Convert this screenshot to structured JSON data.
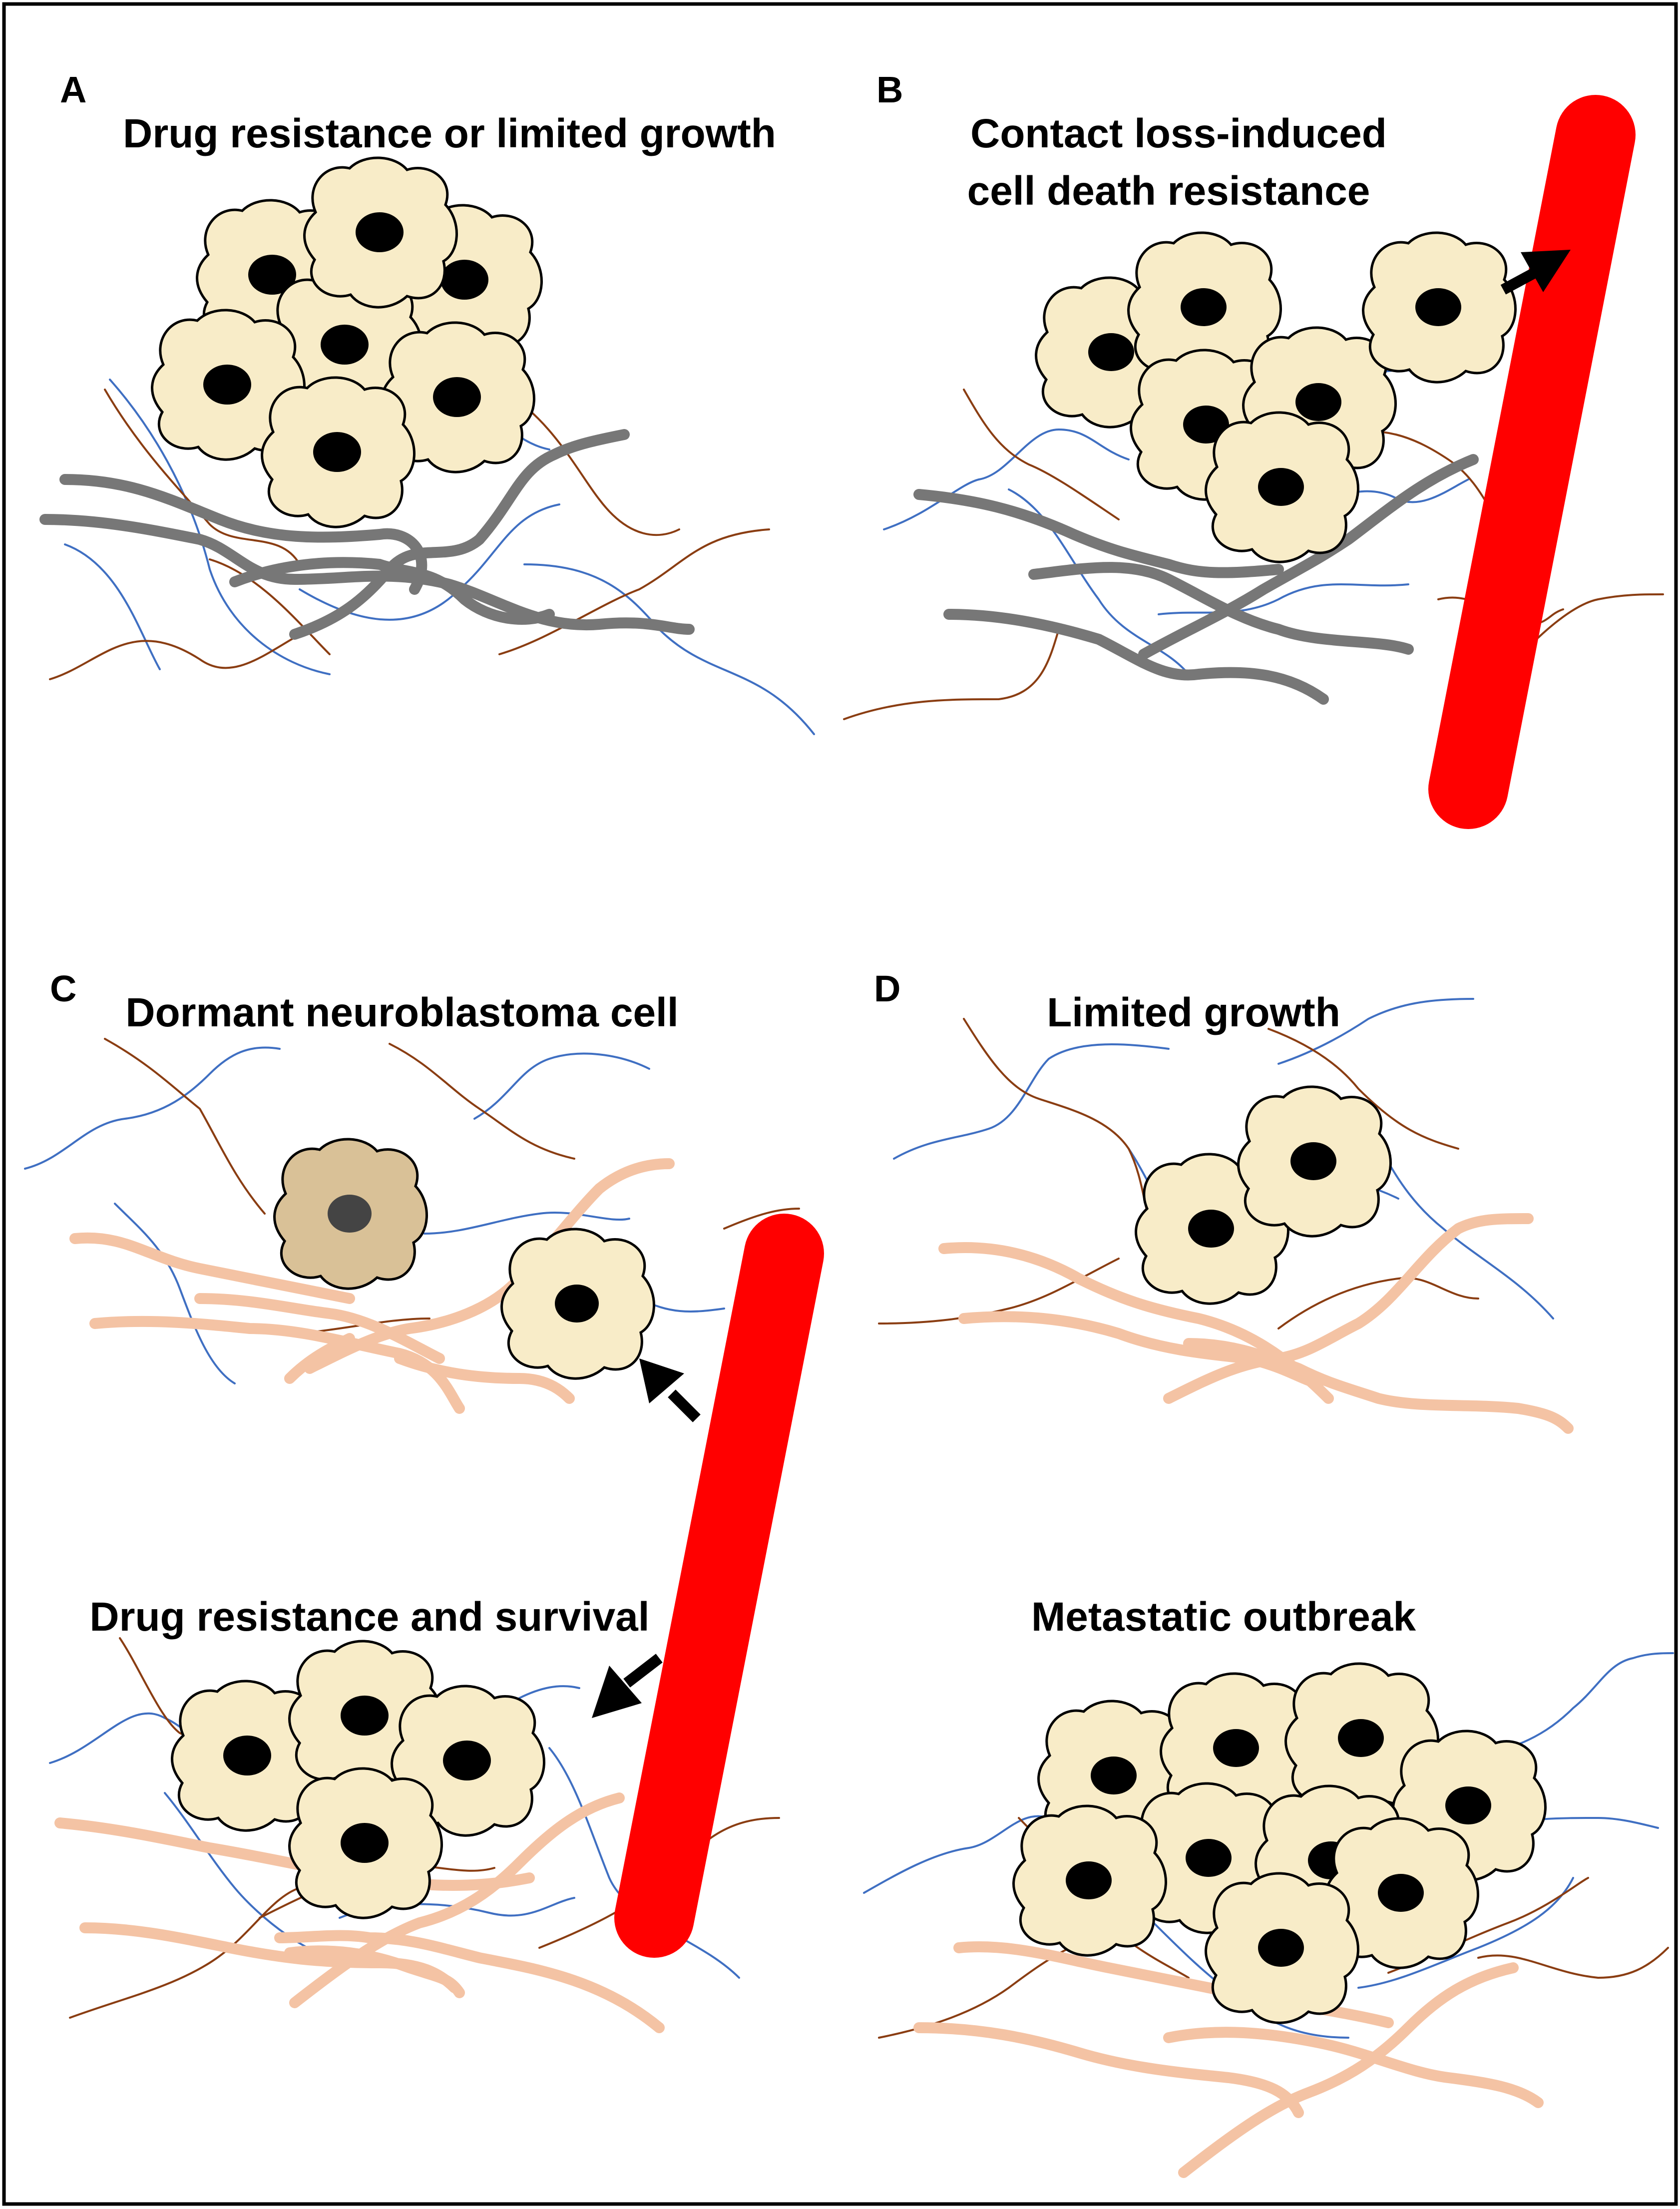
{
  "figure": {
    "panels": [
      {
        "letter": "A",
        "caption_lines": [
          "Drug resistance or limited growth"
        ]
      },
      {
        "letter": "B",
        "caption_lines": [
          "Contact loss-induced",
          "cell death resistance"
        ]
      },
      {
        "letter": "C",
        "caption_lines": [
          "Dormant neuroblastoma cell"
        ],
        "caption_lower": "Drug resistance and survival"
      },
      {
        "letter": "D",
        "caption_lines": [
          "Limited growth"
        ],
        "caption_lower": "Metastatic outbreak"
      }
    ]
  },
  "colors": {
    "cell_fill": "#f8ecc8",
    "dormant_cell_fill": "#d9c197",
    "nucleus": "#000000",
    "dormant_nucleus": "#444444",
    "blood_vessel": "#ff0000",
    "fiber_blue": "#3f6fc2",
    "fiber_brown": "#8a3d12",
    "fiber_gray": "#777777",
    "fiber_peach": "#f4c3a4",
    "arrow": "#000000",
    "border": "#000000"
  }
}
